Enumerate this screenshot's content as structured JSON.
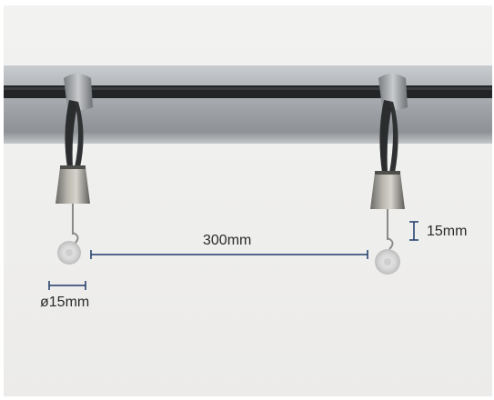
{
  "annotations": {
    "center_distance": "300mm",
    "cup_size": "ø15mm",
    "offset": "15mm"
  },
  "colors": {
    "dimension_line": "#1f3a6b",
    "pipe": "#9a9ea3",
    "cable": "#202224"
  }
}
